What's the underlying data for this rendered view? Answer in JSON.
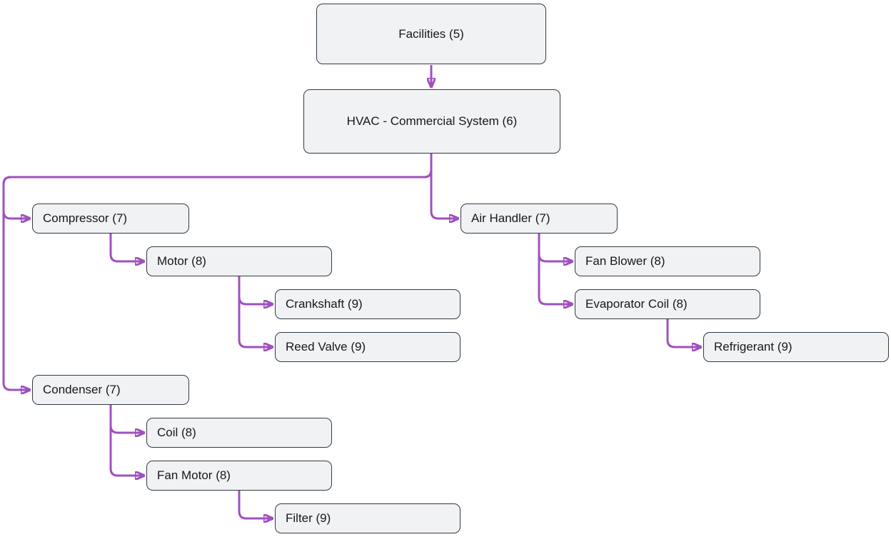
{
  "diagram": {
    "type": "tree-flowchart",
    "direction": "top-down",
    "colors": {
      "edge": "#A050BE",
      "node_fill": "#F1F2F4",
      "node_border": "#333B45",
      "text": "#16181D",
      "background": "#FFFFFF"
    },
    "nodes": [
      {
        "id": "facilities",
        "label": "Facilities (5)",
        "level": 5
      },
      {
        "id": "hvac",
        "label": "HVAC - Commercial System (6)",
        "level": 6
      },
      {
        "id": "compressor",
        "label": "Compressor (7)",
        "level": 7
      },
      {
        "id": "motor",
        "label": "Motor (8)",
        "level": 8
      },
      {
        "id": "crankshaft",
        "label": "Crankshaft (9)",
        "level": 9
      },
      {
        "id": "reed-valve",
        "label": "Reed Valve (9)",
        "level": 9
      },
      {
        "id": "air-handler",
        "label": "Air Handler (7)",
        "level": 7
      },
      {
        "id": "fan-blower",
        "label": "Fan Blower (8)",
        "level": 8
      },
      {
        "id": "evaporator-coil",
        "label": "Evaporator Coil (8)",
        "level": 8
      },
      {
        "id": "refrigerant",
        "label": "Refrigerant (9)",
        "level": 9
      },
      {
        "id": "condenser",
        "label": "Condenser (7)",
        "level": 7
      },
      {
        "id": "coil",
        "label": "Coil (8)",
        "level": 8
      },
      {
        "id": "fan-motor",
        "label": "Fan Motor (8)",
        "level": 8
      },
      {
        "id": "filter",
        "label": "Filter (9)",
        "level": 9
      }
    ],
    "edges": [
      {
        "from": "Facilities (5)",
        "to": "HVAC - Commercial System (6)"
      },
      {
        "from": "HVAC - Commercial System (6)",
        "to": "Air Handler (7)"
      },
      {
        "from": "HVAC - Commercial System (6)",
        "to": "Compressor (7)"
      },
      {
        "from": "HVAC - Commercial System (6)",
        "to": "Condenser (7)"
      },
      {
        "from": "Compressor (7)",
        "to": "Motor (8)"
      },
      {
        "from": "Motor (8)",
        "to": "Crankshaft (9)"
      },
      {
        "from": "Motor (8)",
        "to": "Reed Valve (9)"
      },
      {
        "from": "Air Handler (7)",
        "to": "Fan Blower (8)"
      },
      {
        "from": "Air Handler (7)",
        "to": "Evaporator Coil (8)"
      },
      {
        "from": "Evaporator Coil (8)",
        "to": "Refrigerant (9)"
      },
      {
        "from": "Condenser (7)",
        "to": "Coil (8)"
      },
      {
        "from": "Condenser (7)",
        "to": "Fan Motor (8)"
      },
      {
        "from": "Fan Motor (8)",
        "to": "Filter (9)"
      }
    ]
  }
}
